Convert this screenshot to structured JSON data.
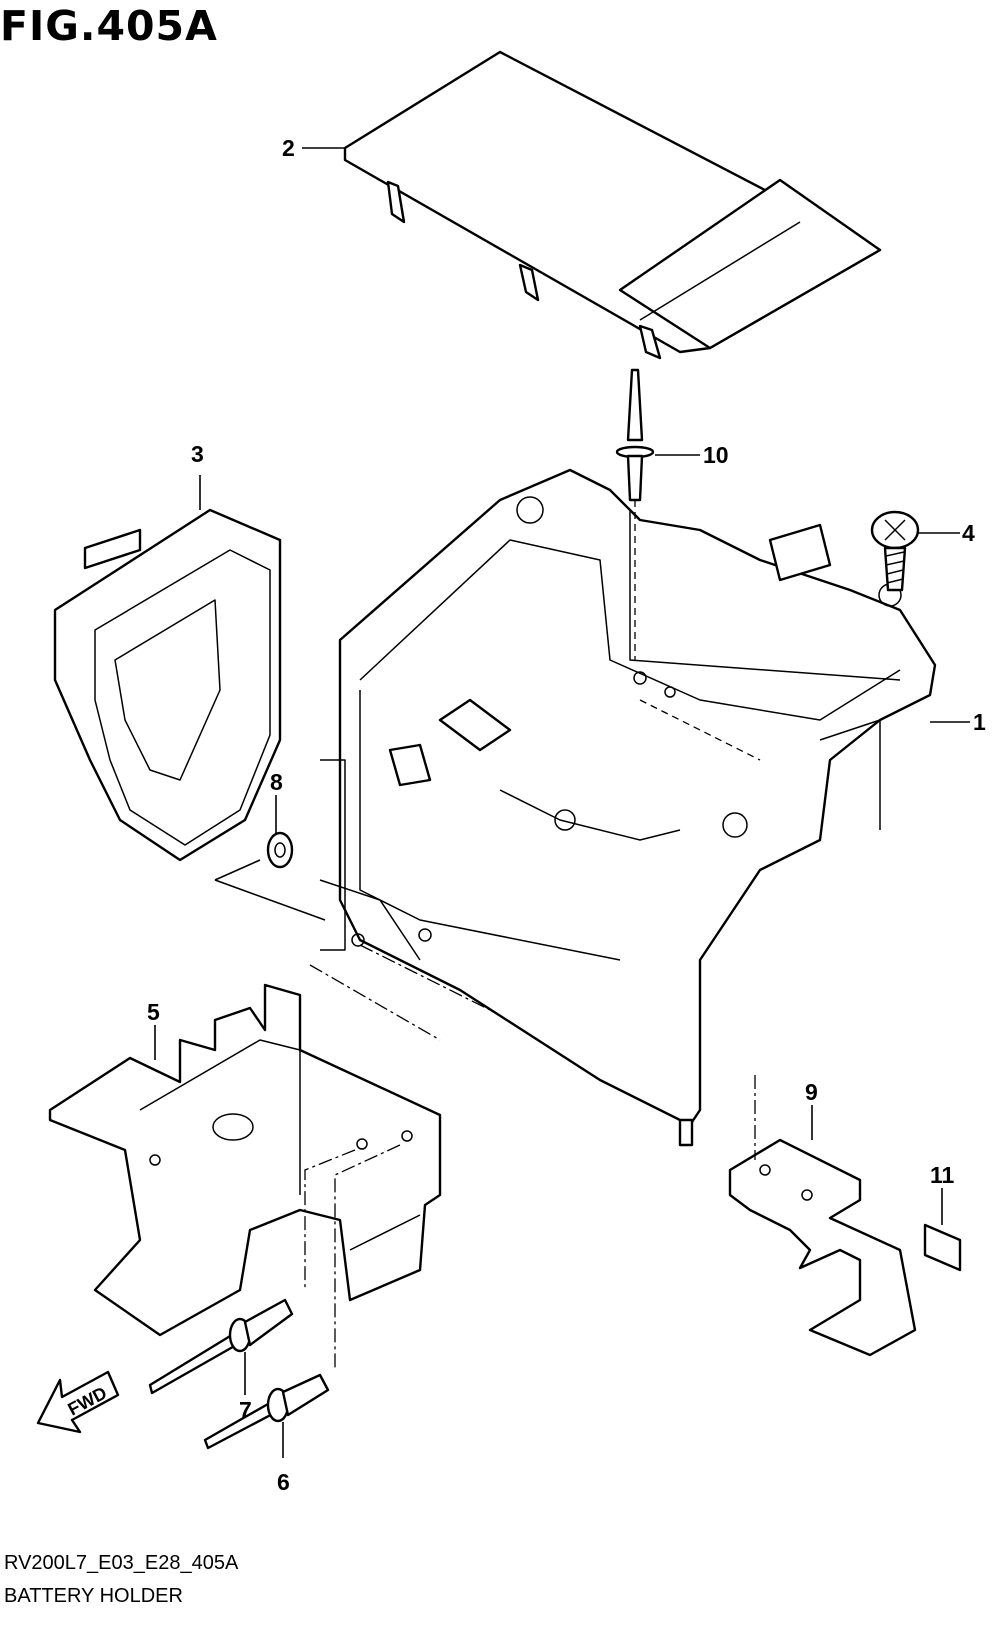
{
  "figure": {
    "title": "FIG.405A",
    "code": "RV200L7_E03_E28_405A",
    "caption": "BATTERY HOLDER"
  },
  "callouts": [
    {
      "id": "1",
      "label": "1"
    },
    {
      "id": "2",
      "label": "2"
    },
    {
      "id": "3",
      "label": "3"
    },
    {
      "id": "4",
      "label": "4"
    },
    {
      "id": "5",
      "label": "5"
    },
    {
      "id": "6",
      "label": "6"
    },
    {
      "id": "7",
      "label": "7"
    },
    {
      "id": "8",
      "label": "8"
    },
    {
      "id": "9",
      "label": "9"
    },
    {
      "id": "10",
      "label": "10"
    },
    {
      "id": "11",
      "label": "11"
    }
  ],
  "direction_arrow": {
    "label": "FWD"
  }
}
